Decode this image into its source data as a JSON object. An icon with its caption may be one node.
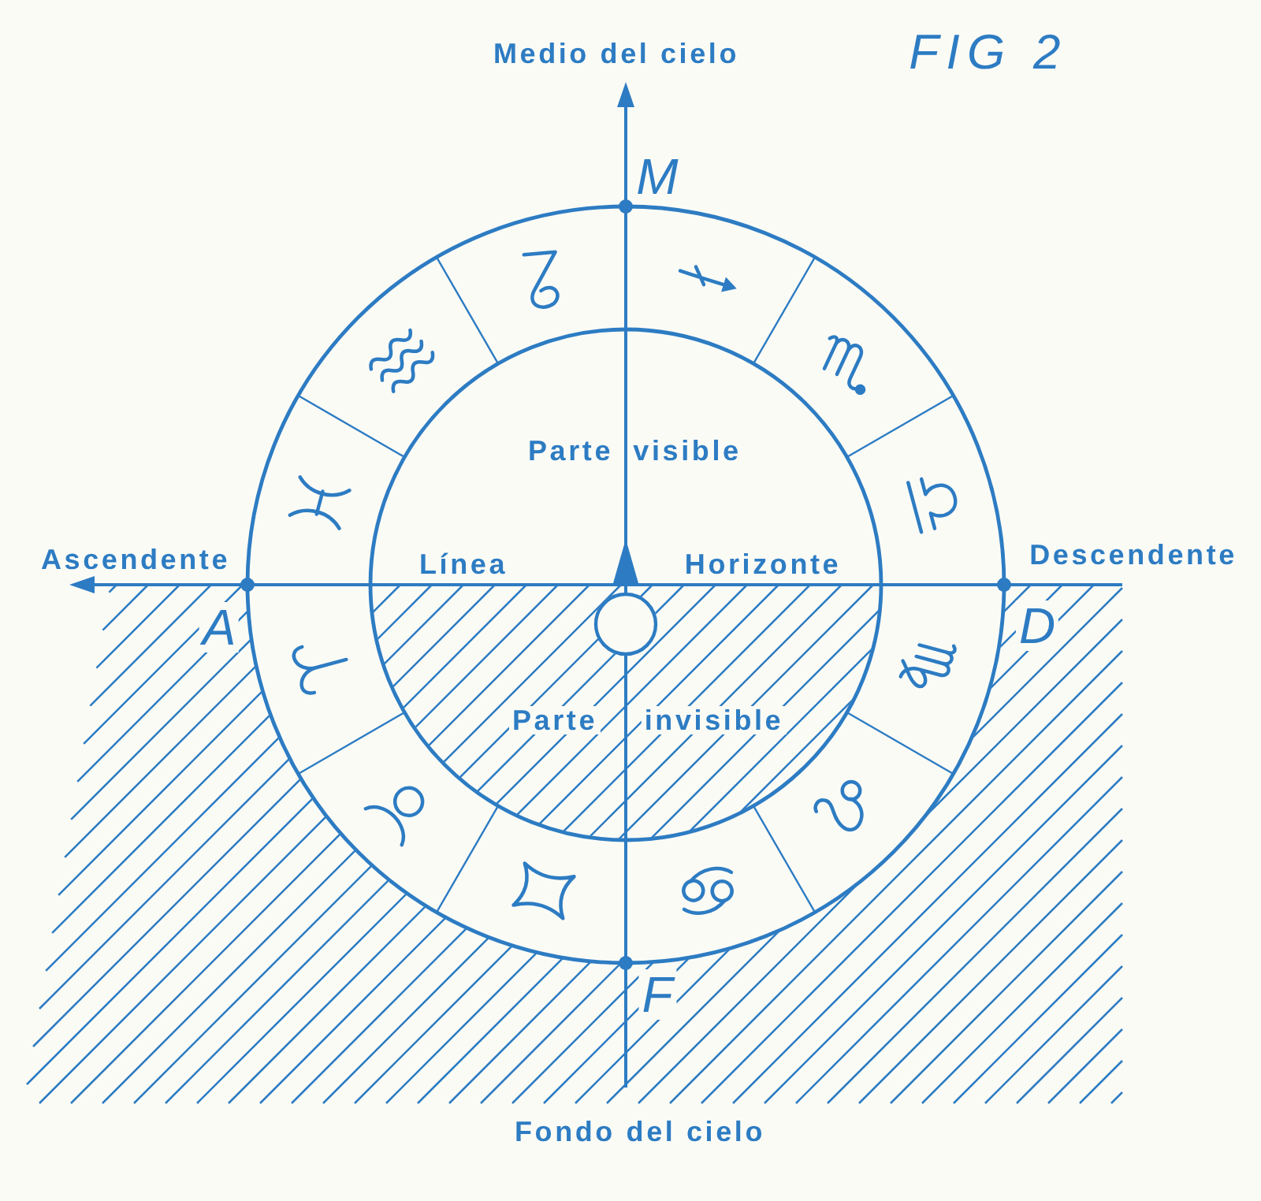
{
  "diagram": {
    "title": "FIG 2",
    "labels": [
      "Medio del cielo",
      "M",
      "Parte",
      "visible",
      "Ascendente",
      "Línea",
      "Horizonte",
      "Descendente",
      "A",
      "D",
      "Parte",
      "invisible",
      "F",
      "Fondo del cielo"
    ]
  }
}
